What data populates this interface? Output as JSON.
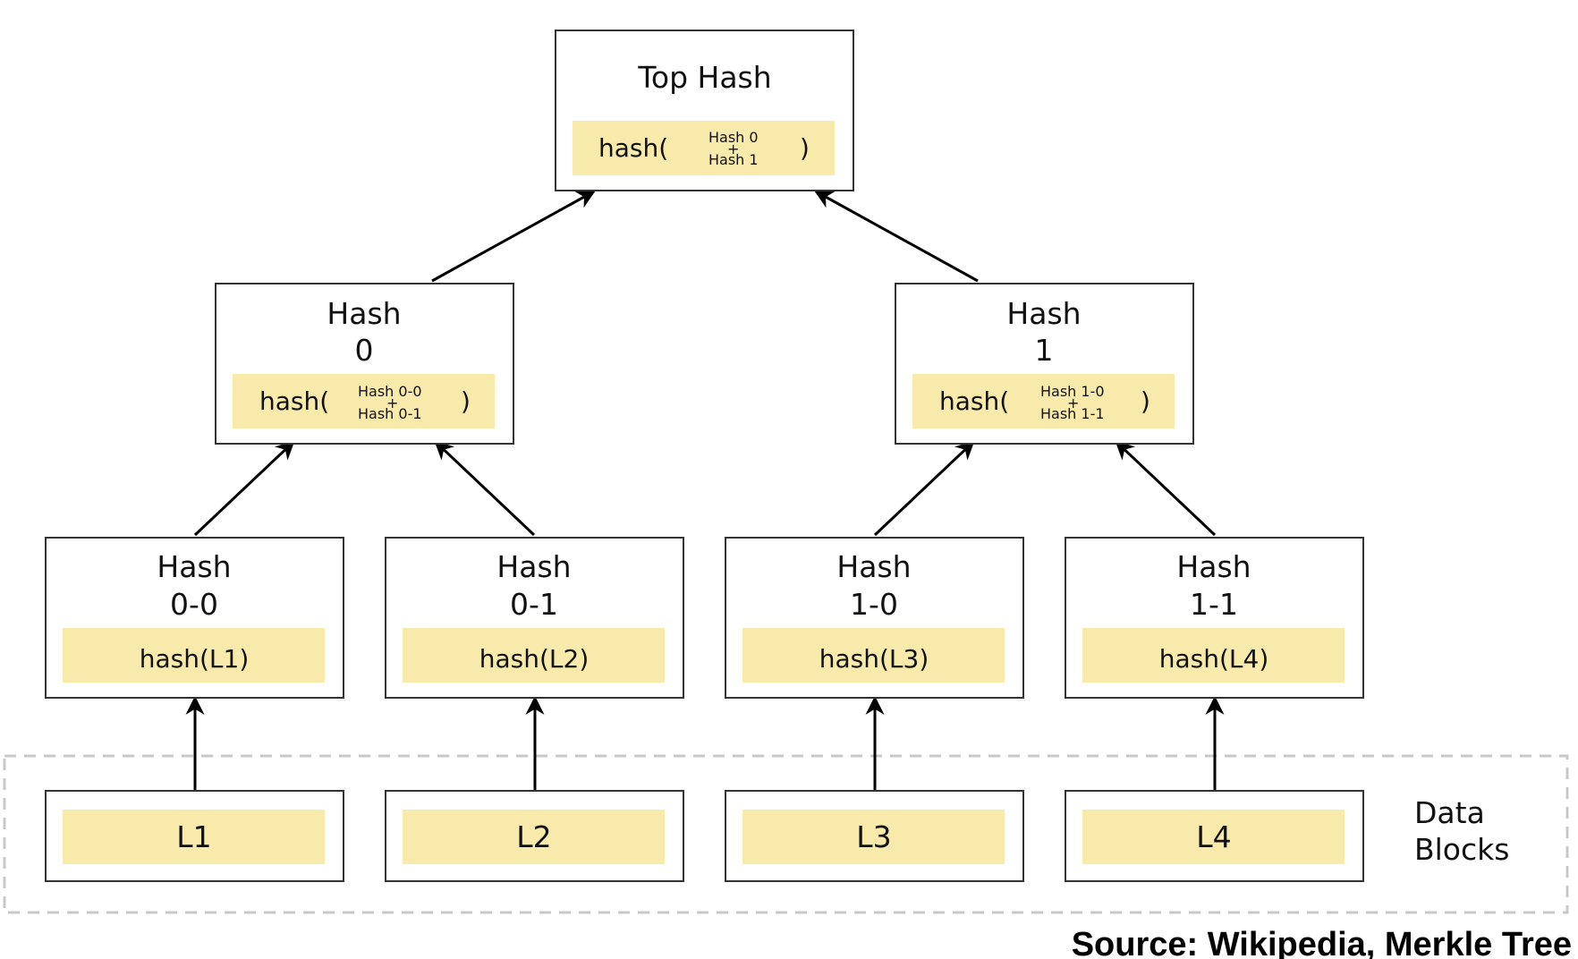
{
  "diagram": {
    "top": {
      "title": "Top Hash",
      "fn_open": "hash(",
      "arg1": "Hash 0",
      "plus": "+",
      "arg2": "Hash 1",
      "fn_close": ")"
    },
    "hash0": {
      "title_line1": "Hash",
      "title_line2": "0",
      "fn_open": "hash(",
      "arg1": "Hash 0-0",
      "plus": "+",
      "arg2": "Hash 0-1",
      "fn_close": ")"
    },
    "hash1": {
      "title_line1": "Hash",
      "title_line2": "1",
      "fn_open": "hash(",
      "arg1": "Hash 1-0",
      "plus": "+",
      "arg2": "Hash 1-1",
      "fn_close": ")"
    },
    "leaves": [
      {
        "title_line1": "Hash",
        "title_line2": "0-0",
        "formula": "hash(L1)",
        "block": "L1"
      },
      {
        "title_line1": "Hash",
        "title_line2": "0-1",
        "formula": "hash(L2)",
        "block": "L2"
      },
      {
        "title_line1": "Hash",
        "title_line2": "1-0",
        "formula": "hash(L3)",
        "block": "L3"
      },
      {
        "title_line1": "Hash",
        "title_line2": "1-1",
        "formula": "hash(L4)",
        "block": "L4"
      }
    ],
    "data_blocks_label_line1": "Data",
    "data_blocks_label_line2": "Blocks"
  },
  "source": "Source: Wikipedia, Merkle Tree",
  "colors": {
    "highlight": "#f8eaaa",
    "box_stroke": "#333333",
    "arrow": "#000000",
    "dashed_border": "#c8c8c8"
  }
}
